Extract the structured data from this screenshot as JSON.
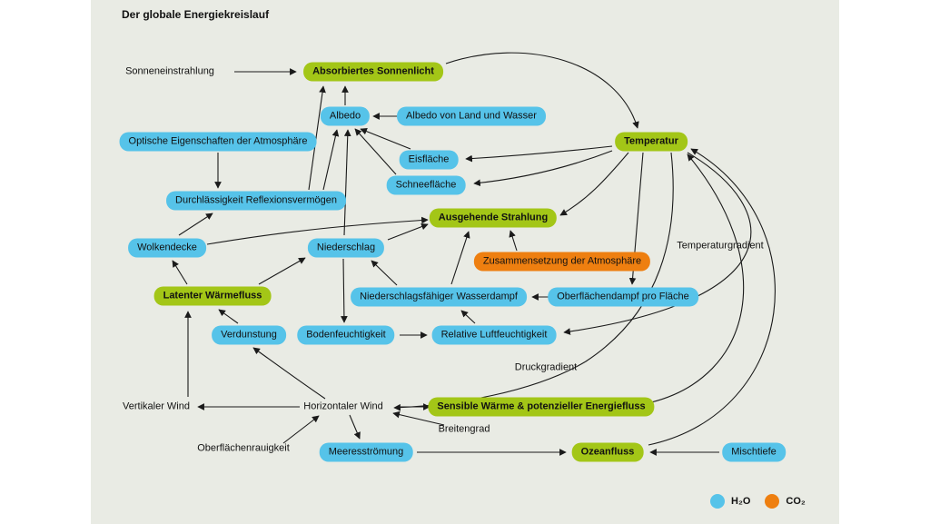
{
  "title": "Der globale Energiekreislauf",
  "colors": {
    "background": "#e9ebe4",
    "water_blue": "#56c3e9",
    "energy_green": "#a3c617",
    "co2_orange": "#ee7f10",
    "arrow": "#1a1a1a"
  },
  "nodes": [
    {
      "id": "sonneneinstrahlung",
      "label": "Sonneneinstrahlung",
      "type": "plain"
    },
    {
      "id": "absorbiertes-sonnenlicht",
      "label": "Absorbiertes Sonnenlicht",
      "type": "green"
    },
    {
      "id": "albedo",
      "label": "Albedo",
      "type": "blue"
    },
    {
      "id": "albedo-von-land-und-wasser",
      "label": "Albedo von Land und Wasser",
      "type": "blue"
    },
    {
      "id": "optische-eigenschaften",
      "label": "Optische Eigenschaften der Atmosphäre",
      "type": "blue"
    },
    {
      "id": "temperatur",
      "label": "Temperatur",
      "type": "green"
    },
    {
      "id": "eisflaeche",
      "label": "Eisfläche",
      "type": "blue"
    },
    {
      "id": "schneeflaeche",
      "label": "Schneefläche",
      "type": "blue"
    },
    {
      "id": "durchlaessigkeit",
      "label": "Durchlässigkeit Reflexionsvermögen",
      "type": "blue"
    },
    {
      "id": "ausgehende-strahlung",
      "label": "Ausgehende Strahlung",
      "type": "green"
    },
    {
      "id": "temperaturgradient",
      "label": "Temperaturgradient",
      "type": "plain"
    },
    {
      "id": "wolkendecke",
      "label": "Wolkendecke",
      "type": "blue"
    },
    {
      "id": "niederschlag",
      "label": "Niederschlag",
      "type": "blue"
    },
    {
      "id": "zusammensetzung-der-atmosphaere",
      "label": "Zusammensetzung der Atmosphäre",
      "type": "orange"
    },
    {
      "id": "latenter-waermefluss",
      "label": "Latenter Wärmefluss",
      "type": "green"
    },
    {
      "id": "niederschlagsfaehiger-wasserdampf",
      "label": "Niederschlagsfähiger Wasserdampf",
      "type": "blue"
    },
    {
      "id": "oberflaechendampf-pro-flaeche",
      "label": "Oberflächendampf pro Fläche",
      "type": "blue"
    },
    {
      "id": "verdunstung",
      "label": "Verdunstung",
      "type": "blue"
    },
    {
      "id": "bodenfeuchtigkeit",
      "label": "Bodenfeuchtigkeit",
      "type": "blue"
    },
    {
      "id": "relative-luftfeuchtigkeit",
      "label": "Relative Luftfeuchtigkeit",
      "type": "blue"
    },
    {
      "id": "druckgradient",
      "label": "Druckgradient",
      "type": "plain"
    },
    {
      "id": "vertikaler-wind",
      "label": "Vertikaler Wind",
      "type": "plain"
    },
    {
      "id": "horizontaler-wind",
      "label": "Horizontaler Wind",
      "type": "plain"
    },
    {
      "id": "sensible-waerme",
      "label": "Sensible Wärme & potenzieller Energiefluss",
      "type": "green"
    },
    {
      "id": "breitengrad",
      "label": "Breitengrad",
      "type": "plain"
    },
    {
      "id": "oberflaechenrauigkeit",
      "label": "Oberflächenrauigkeit",
      "type": "plain"
    },
    {
      "id": "meeresstroemung",
      "label": "Meeresströmung",
      "type": "blue"
    },
    {
      "id": "ozeanfluss",
      "label": "Ozeanfluss",
      "type": "green"
    },
    {
      "id": "mischtiefe",
      "label": "Mischtiefe",
      "type": "blue"
    }
  ],
  "edges": [
    {
      "from": "sonneneinstrahlung",
      "to": "absorbiertes-sonnenlicht"
    },
    {
      "from": "albedo",
      "to": "absorbiertes-sonnenlicht"
    },
    {
      "from": "albedo-von-land-und-wasser",
      "to": "albedo"
    },
    {
      "from": "absorbiertes-sonnenlicht",
      "to": "temperatur"
    },
    {
      "from": "temperatur",
      "to": "eisflaeche"
    },
    {
      "from": "temperatur",
      "to": "schneeflaeche"
    },
    {
      "from": "eisflaeche",
      "to": "albedo"
    },
    {
      "from": "schneeflaeche",
      "to": "albedo"
    },
    {
      "from": "optische-eigenschaften",
      "to": "durchlaessigkeit"
    },
    {
      "from": "durchlaessigkeit",
      "to": "absorbiertes-sonnenlicht"
    },
    {
      "from": "durchlaessigkeit",
      "to": "albedo"
    },
    {
      "from": "niederschlag",
      "to": "albedo"
    },
    {
      "from": "wolkendecke",
      "to": "durchlaessigkeit"
    },
    {
      "from": "wolkendecke",
      "to": "ausgehende-strahlung"
    },
    {
      "from": "niederschlag",
      "to": "ausgehende-strahlung"
    },
    {
      "from": "temperatur",
      "to": "ausgehende-strahlung"
    },
    {
      "from": "zusammensetzung-der-atmosphaere",
      "to": "ausgehende-strahlung"
    },
    {
      "from": "temperatur",
      "to": "oberflaechendampf-pro-flaeche"
    },
    {
      "from": "temperatur",
      "to": "horizontaler-wind"
    },
    {
      "from": "oberflaechendampf-pro-flaeche",
      "to": "niederschlagsfaehiger-wasserdampf"
    },
    {
      "from": "niederschlagsfaehiger-wasserdampf",
      "to": "niederschlag"
    },
    {
      "from": "niederschlagsfaehiger-wasserdampf",
      "to": "ausgehende-strahlung"
    },
    {
      "from": "latenter-waermefluss",
      "to": "niederschlag"
    },
    {
      "from": "latenter-waermefluss",
      "to": "wolkendecke"
    },
    {
      "from": "verdunstung",
      "to": "latenter-waermefluss"
    },
    {
      "from": "niederschlag",
      "to": "bodenfeuchtigkeit"
    },
    {
      "from": "bodenfeuchtigkeit",
      "to": "relative-luftfeuchtigkeit"
    },
    {
      "from": "relative-luftfeuchtigkeit",
      "to": "niederschlagsfaehiger-wasserdampf"
    },
    {
      "from": "temperatur",
      "to": "relative-luftfeuchtigkeit"
    },
    {
      "from": "horizontaler-wind",
      "to": "sensible-waerme"
    },
    {
      "from": "horizontaler-wind",
      "to": "vertikaler-wind"
    },
    {
      "from": "vertikaler-wind",
      "to": "latenter-waermefluss"
    },
    {
      "from": "horizontaler-wind",
      "to": "verdunstung"
    },
    {
      "from": "horizontaler-wind",
      "to": "meeresstroemung"
    },
    {
      "from": "breitengrad",
      "to": "horizontaler-wind"
    },
    {
      "from": "oberflaechenrauigkeit",
      "to": "horizontaler-wind"
    },
    {
      "from": "meeresstroemung",
      "to": "ozeanfluss"
    },
    {
      "from": "mischtiefe",
      "to": "ozeanfluss"
    },
    {
      "from": "sensible-waerme",
      "to": "temperatur"
    },
    {
      "from": "ozeanfluss",
      "to": "temperatur"
    }
  ],
  "legend": [
    {
      "label": "H₂O",
      "color": "#56c3e9"
    },
    {
      "label": "CO₂",
      "color": "#ee7f10"
    }
  ]
}
